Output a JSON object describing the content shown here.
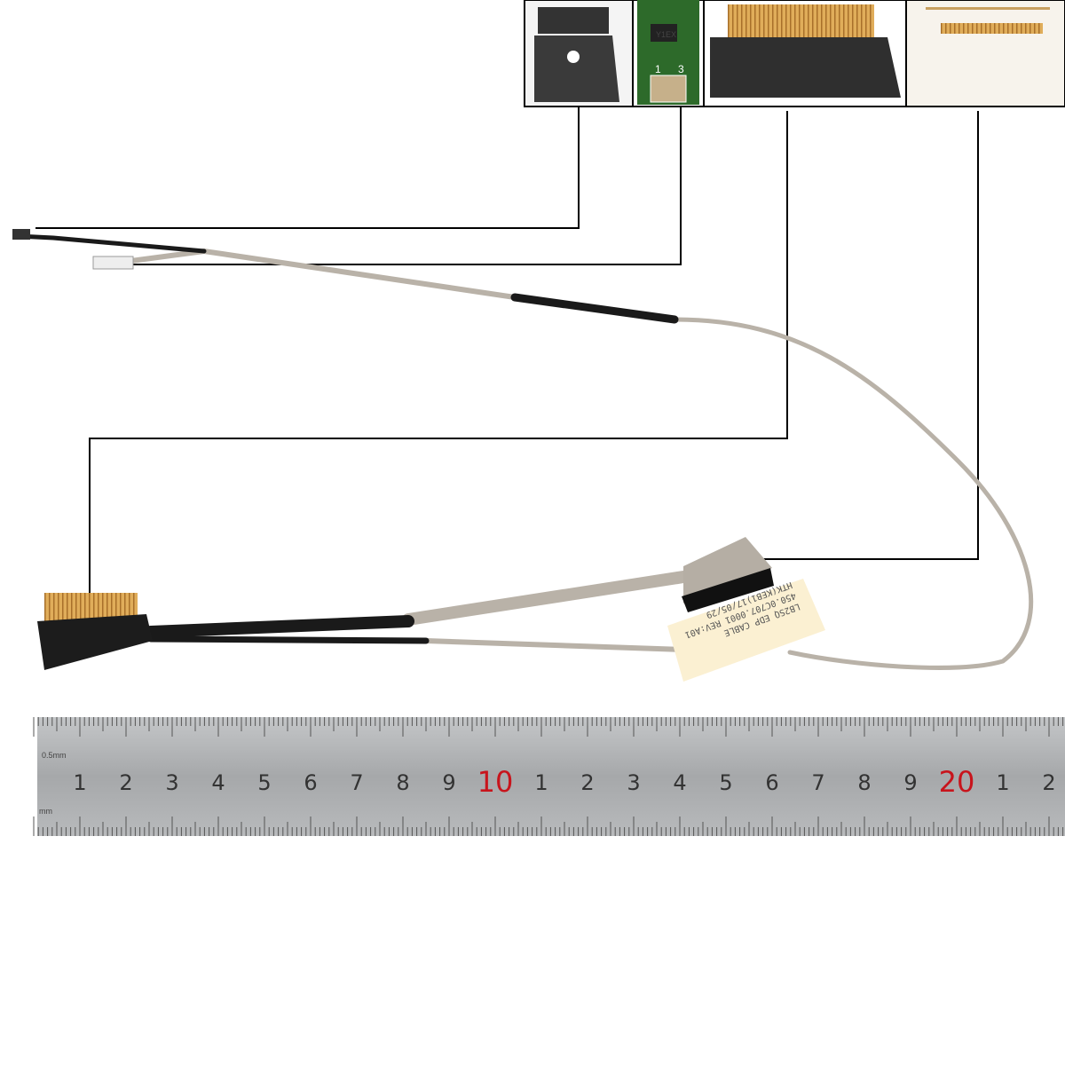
{
  "ruler": {
    "unit_label_top": "0.5mm",
    "unit_label_bottom": "mm",
    "numbers": [
      "1",
      "2",
      "3",
      "4",
      "5",
      "6",
      "7",
      "8",
      "9",
      "10",
      "1",
      "2",
      "3",
      "4",
      "5",
      "6",
      "7",
      "8",
      "9",
      "20",
      "1",
      "2"
    ],
    "highlight_color": "#c8141c"
  },
  "cable_label": {
    "lines": [
      "LB2SQ EDP CABLE",
      "450.0C707.0001 REV:A01",
      "HTK(KEB1)17/05/29"
    ]
  },
  "insets": [
    {
      "name": "camera-connector-detail"
    },
    {
      "name": "pcb-detail",
      "pin_labels": [
        "1",
        "3"
      ],
      "chip_marking": "Y1EX"
    },
    {
      "name": "lcd-connector-detail"
    },
    {
      "name": "board-connector-detail"
    }
  ],
  "colors": {
    "cable_grey": "#b9b2a8",
    "sleeve_black": "#1a1a1a",
    "gold": "#d9a24a",
    "ruler": "#a9abad"
  }
}
